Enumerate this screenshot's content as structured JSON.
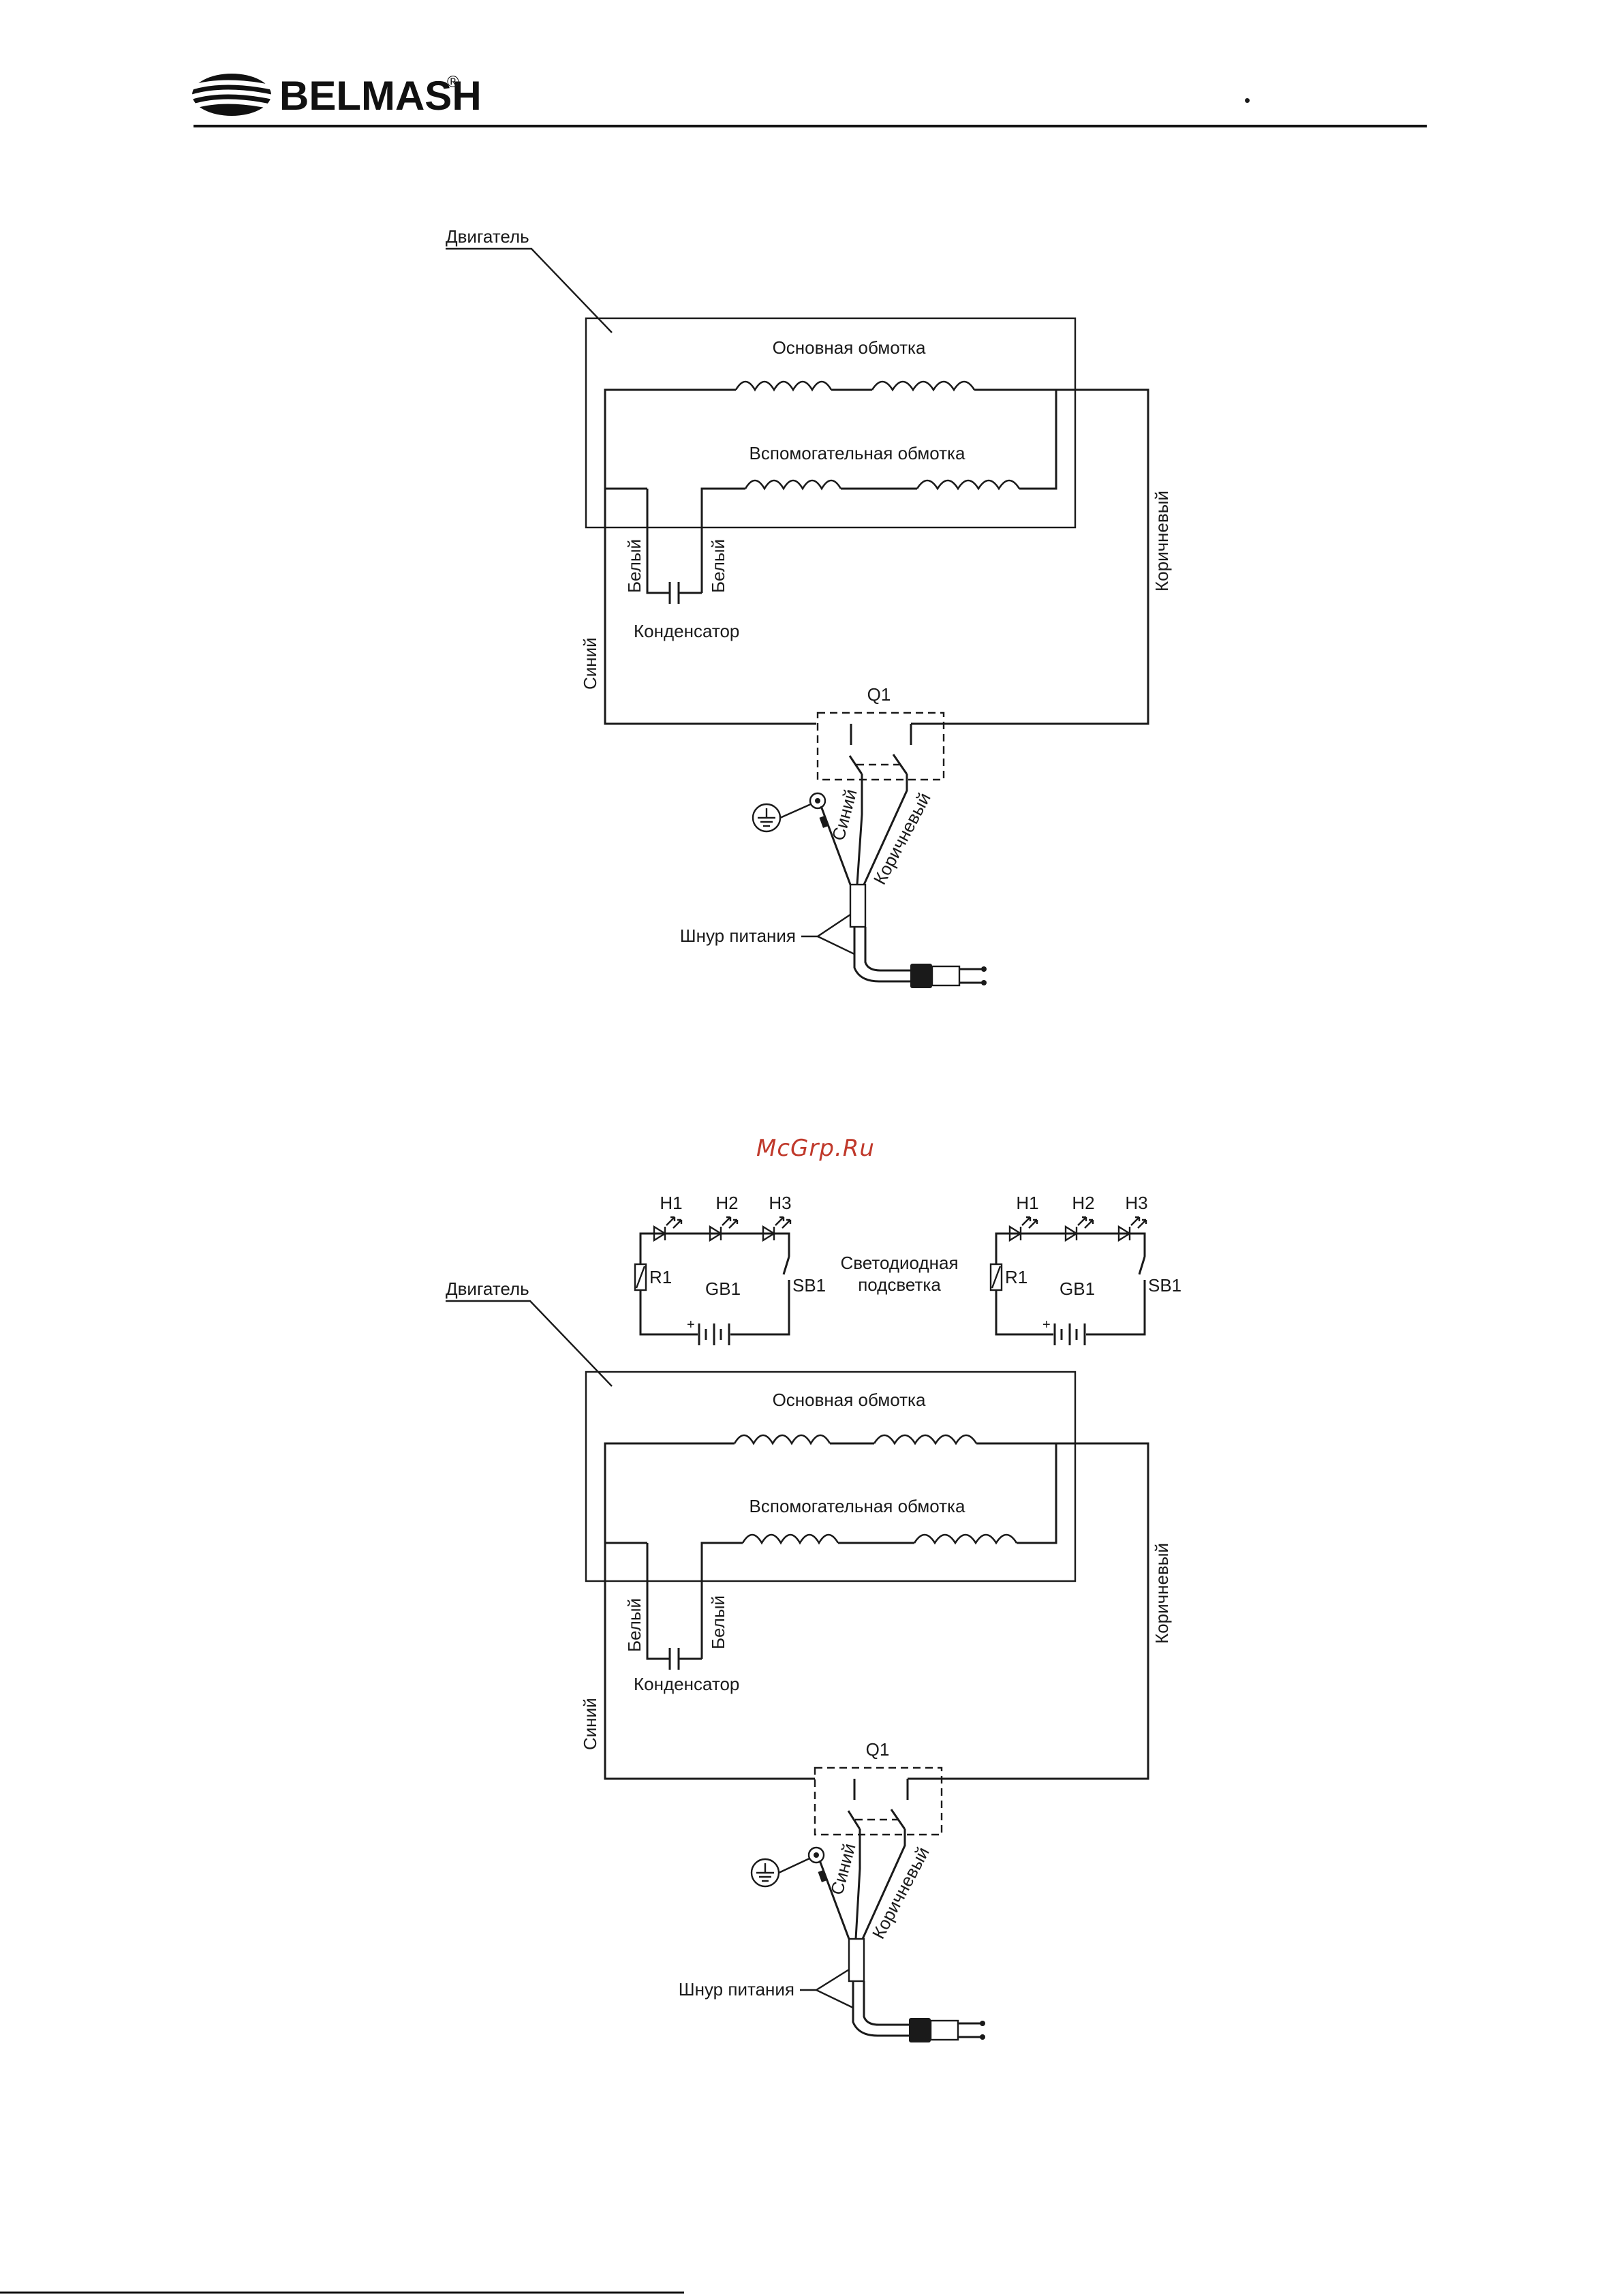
{
  "header": {
    "brand": "BELMASH",
    "registered": "®",
    "bullet": "•"
  },
  "watermark": "McGrp.Ru",
  "diagram1": {
    "motor": "Двигатель",
    "main_winding": "Основная обмотка",
    "aux_winding": "Вспомогательная обмотка",
    "white_left": "Белый",
    "white_right": "Белый",
    "capacitor": "Конденсатор",
    "blue": "Синий",
    "brown": "Коричневый",
    "switch": "Q1",
    "blue_lead": "Синий",
    "brown_lead": "Коричневый",
    "power_cord": "Шнур питания"
  },
  "led_panel": {
    "left": {
      "h1": "H1",
      "h2": "H2",
      "h3": "H3",
      "r1": "R1",
      "gb1": "GB1",
      "sb1": "SB1",
      "plus": "+"
    },
    "right": {
      "h1": "H1",
      "h2": "H2",
      "h3": "H3",
      "r1": "R1",
      "gb1": "GB1",
      "sb1": "SB1",
      "plus": "+"
    },
    "caption_line1": "Светодиодная",
    "caption_line2": "подсветка"
  },
  "diagram2": {
    "motor": "Двигатель",
    "main_winding": "Основная обмотка",
    "aux_winding": "Вспомогательная обмотка",
    "white_left": "Белый",
    "white_right": "Белый",
    "capacitor": "Конденсатор",
    "blue": "Синий",
    "brown": "Коричневый",
    "switch": "Q1",
    "blue_lead": "Синий",
    "brown_lead": "Коричневый",
    "power_cord": "Шнур питания"
  }
}
